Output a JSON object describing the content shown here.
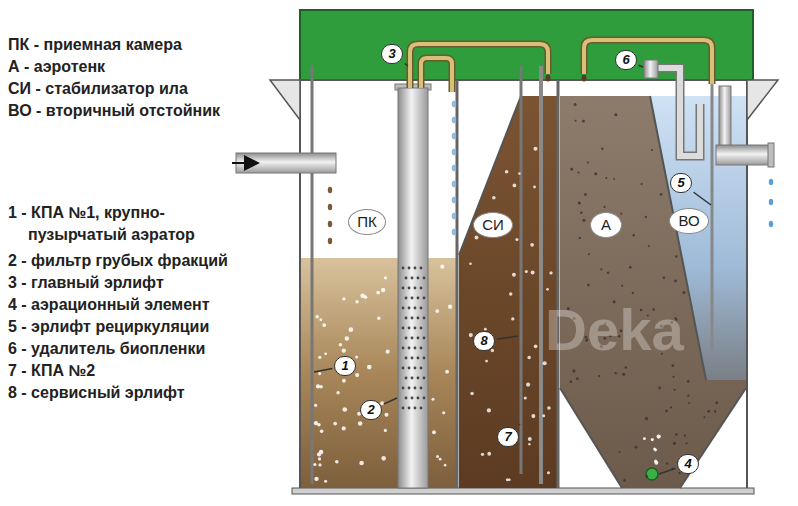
{
  "diagram": {
    "nodes": [
      {
        "text": [
          "ПК"
        ]
      },
      {
        "text": [
          "СИ"
        ]
      },
      {
        "text": [
          "А"
        ]
      },
      {
        "text": [
          "ВО"
        ]
      }
    ],
    "labels": [
      "ПК - приемная камера",
      "А - аэротенк",
      "СИ - стабилизатор ила",
      "ВО - вторичный отстойник",
      "1 - КПА №1, крупно- пузырчатый аэратор",
      "2 - фильтр грубых фракций",
      "3 - главный эрлифт",
      "4 - аэрационный элемент",
      "5 - эрлифт рециркуляции",
      "6 - удалитель биопленки",
      "7 - КПА №2",
      "8 - сервисный эрлифт",
      "1",
      "2",
      "3",
      "4",
      "5",
      "6",
      "7",
      "8",
      "Deka"
    ]
  }
}
